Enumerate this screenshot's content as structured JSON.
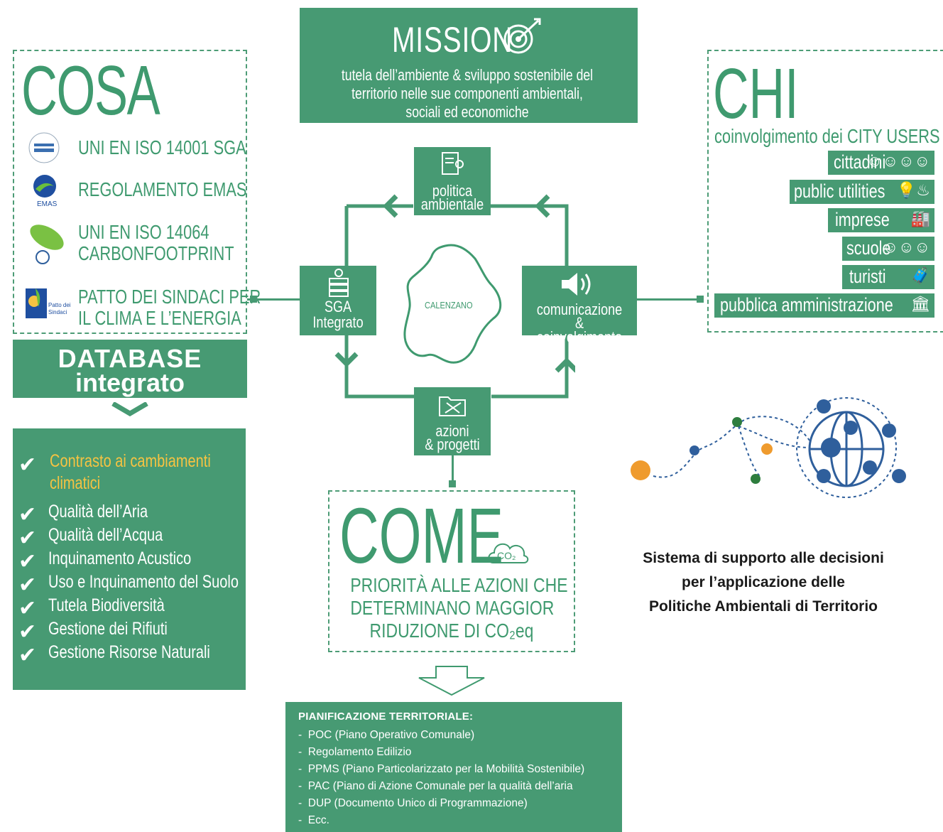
{
  "cosa": {
    "title": "COSA",
    "items": [
      {
        "label": "UNI EN ISO 14001 SGA",
        "logo": "dnv-gl-logo"
      },
      {
        "label": "REGOLAMENTO EMAS",
        "logo": "emas-logo",
        "logo_text": "EMAS"
      },
      {
        "label_1": "UNI EN ISO 14064",
        "label_2": "CARBONFOOTPRINT",
        "logo": "carbon-footprint-logo"
      },
      {
        "label_1": "PATTO DEI SINDACI PER",
        "label_2": "IL CLIMA E L’ENERGIA",
        "logo": "patto-dei-sindaci-logo",
        "logo_text": "Patto dei Sindaci"
      }
    ]
  },
  "database": {
    "line1": "DATABASE",
    "line2": "integrato"
  },
  "topics": {
    "highlight_1": "Contrasto ai cambiamenti",
    "highlight_2": "climatici",
    "items": [
      "Qualità dell’Aria",
      "Qualità dell’Acqua",
      "Inquinamento Acustico",
      "Uso e Inquinamento del Suolo",
      "Tutela Biodiversità",
      "Gestione dei Rifiuti",
      "Gestione Risorse Naturali"
    ],
    "highlight_color": "#f6c342"
  },
  "mission": {
    "title": "MISSION",
    "line1": "tutela dell’ambiente & sviluppo sostenibile del",
    "line2": "territorio nelle sue componenti ambientali,",
    "line3": "sociali ed economiche",
    "icon": "target-icon"
  },
  "chi": {
    "title": "CHI",
    "subtitle": "coinvolgimento dei CITY USERS",
    "rows": [
      {
        "label": "cittadini",
        "icon": "people-icon"
      },
      {
        "label": "public utilities",
        "icon": "utilities-icon"
      },
      {
        "label": "imprese",
        "icon": "business-icon"
      },
      {
        "label": "scuole",
        "icon": "school-icon"
      },
      {
        "label": "turisti",
        "icon": "tourist-icon"
      },
      {
        "label": "pubblica amministrazione",
        "icon": "building-icon"
      }
    ]
  },
  "cycle": {
    "politica_1": "politica",
    "politica_2": "ambientale",
    "sga_1": "SGA",
    "sga_2": "Integrato",
    "com_1": "comunicazione",
    "com_2": "& coinvolgimento",
    "azioni_1": "azioni",
    "azioni_2": "& progetti",
    "center": "CALENZANO"
  },
  "come": {
    "title": "COME",
    "co2": "CO₂",
    "line1": "PRIORITÀ ALLE AZIONI CHE",
    "line2": "DETERMINANO MAGGIOR",
    "line3": "RIDUZIONE DI CO₂eq",
    "highlight_word": "AZIONI"
  },
  "planning": {
    "heading": "PIANIFICAZIONE TERRITORIALE:",
    "items": [
      "POC (Piano Operativo Comunale)",
      "Regolamento Edilizio",
      "PPMS (Piano Particolarizzato per la Mobilità Sostenibile)",
      "PAC (Piano di Azione Comunale per la qualità dell’aria",
      "DUP (Documento Unico di Programmazione)",
      "Ecc."
    ]
  },
  "dss": {
    "line1": "Sistema di supporto alle decisioni",
    "line2": "per l’applicazione delle",
    "line3": "Politiche Ambientali di Territorio"
  },
  "colors": {
    "green": "#479a73",
    "text_green": "#3f9a6f",
    "orange": "#ef9b2e",
    "blue": "#2f5f9c",
    "dark_green": "#2e7d3e"
  }
}
